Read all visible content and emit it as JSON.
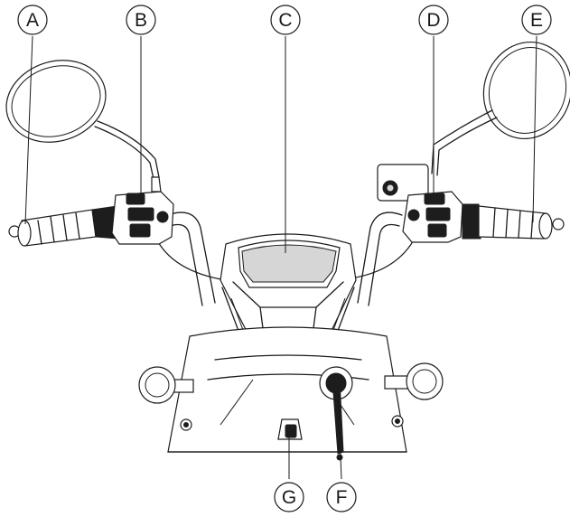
{
  "figure": {
    "callouts": [
      {
        "id": "A",
        "label": "A"
      },
      {
        "id": "B",
        "label": "B"
      },
      {
        "id": "C",
        "label": "C"
      },
      {
        "id": "D",
        "label": "D"
      },
      {
        "id": "E",
        "label": "E"
      },
      {
        "id": "F",
        "label": "F"
      },
      {
        "id": "G",
        "label": "G"
      }
    ]
  }
}
